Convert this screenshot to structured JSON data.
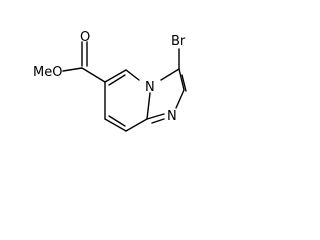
{
  "structure": {
    "atom_labels": {
      "methoxy": "MeO",
      "carbonyl_oxygen": "O",
      "bromine": "Br",
      "bridgehead_nitrogen": "N",
      "imidazole_nitrogen": "N"
    }
  }
}
